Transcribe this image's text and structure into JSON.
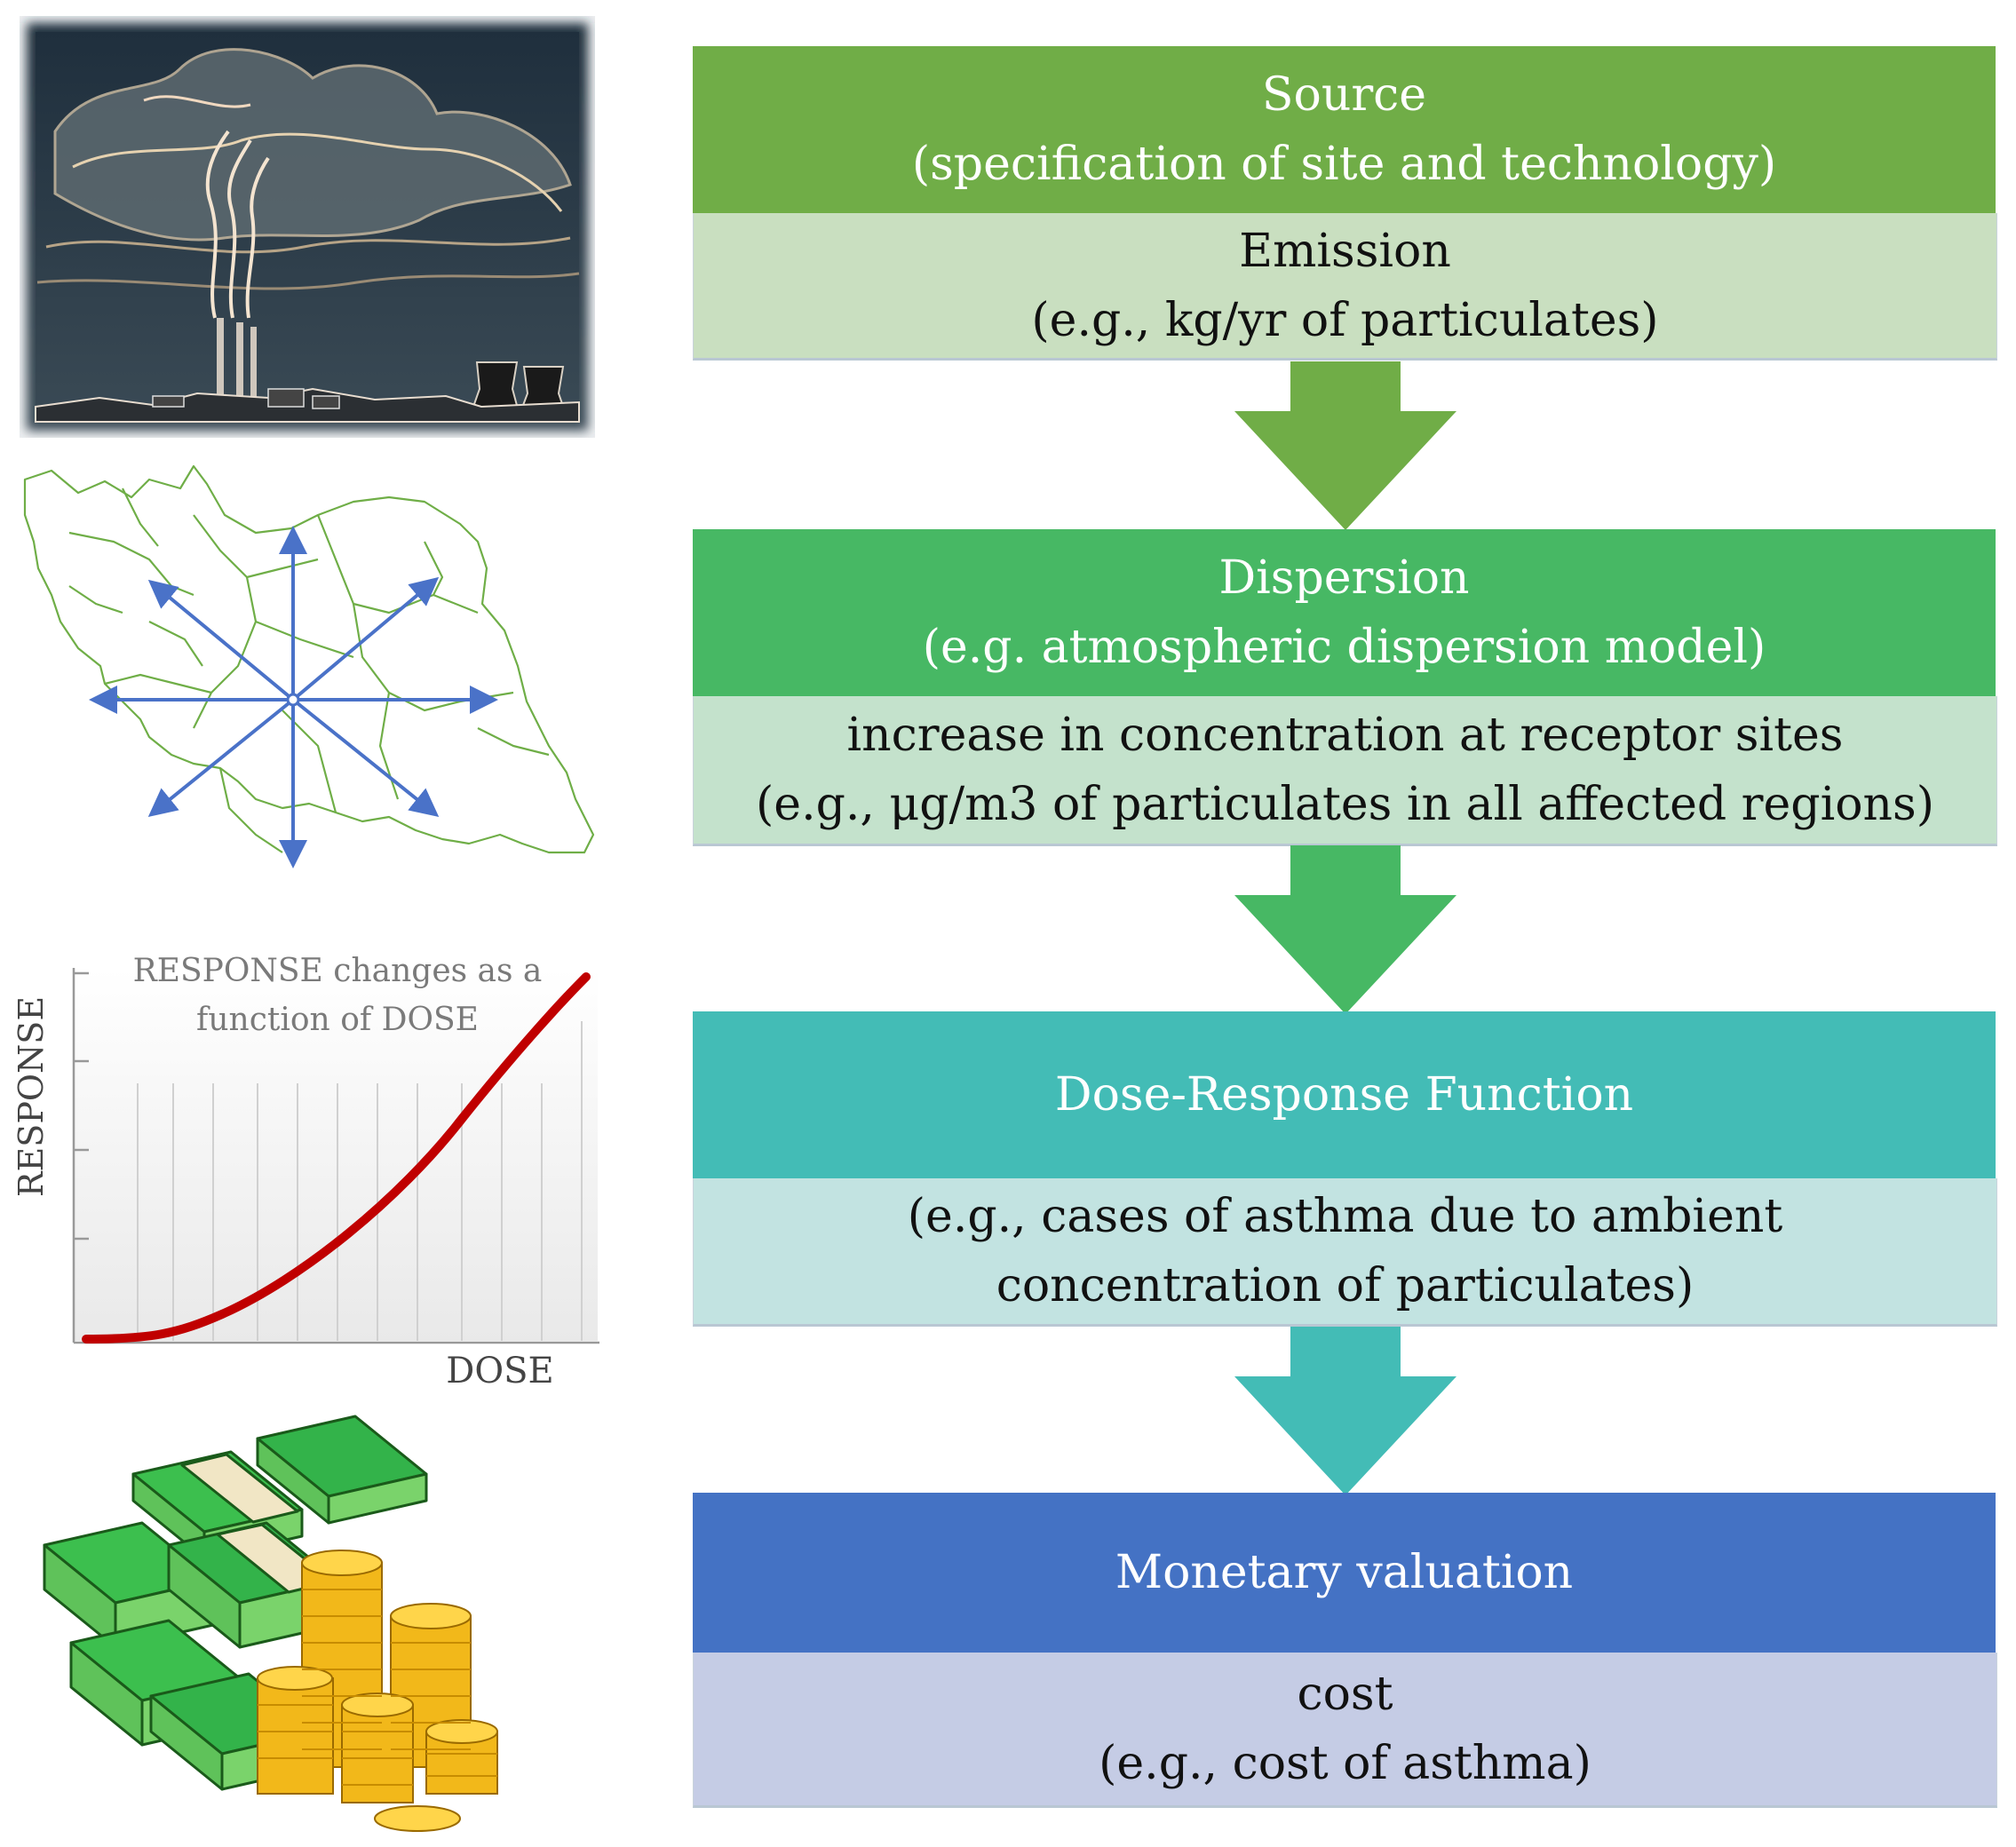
{
  "flow": {
    "source": {
      "title": "Source",
      "subtitle": "(specification of site and technology)",
      "result": "Emission",
      "result_note": "(e.g., kg/yr of particulates)",
      "color": "#70ad47",
      "light": "#c9dfc0"
    },
    "dispersion": {
      "title": "Dispersion",
      "subtitle": "(e.g. atmospheric dispersion model)",
      "result": "increase in concentration at receptor sites",
      "result_note": "(e.g., μg/m3 of particulates in all affected regions)",
      "color": "#47b864",
      "light": "#c4e2cc"
    },
    "dose": {
      "title": "Dose-Response Function",
      "result": "(e.g., cases of asthma due to ambient",
      "result_note": "concentration of particulates)",
      "color": "#43bcb6",
      "light": "#c2e3e1"
    },
    "monetary": {
      "title": "Monetary valuation",
      "result": "cost",
      "result_note": "(e.g., cost of asthma)",
      "color": "#4472c4",
      "light": "#c5cce5"
    }
  },
  "dose_chart": {
    "annotation_line1": "RESPONSE changes as a",
    "annotation_line2": "function of DOSE",
    "ylabel": "RESPONSE",
    "xlabel": "DOSE",
    "curve_color": "#c00000"
  },
  "icons": [
    "power-plant-image",
    "map-dispersion-icon",
    "money-icon"
  ]
}
